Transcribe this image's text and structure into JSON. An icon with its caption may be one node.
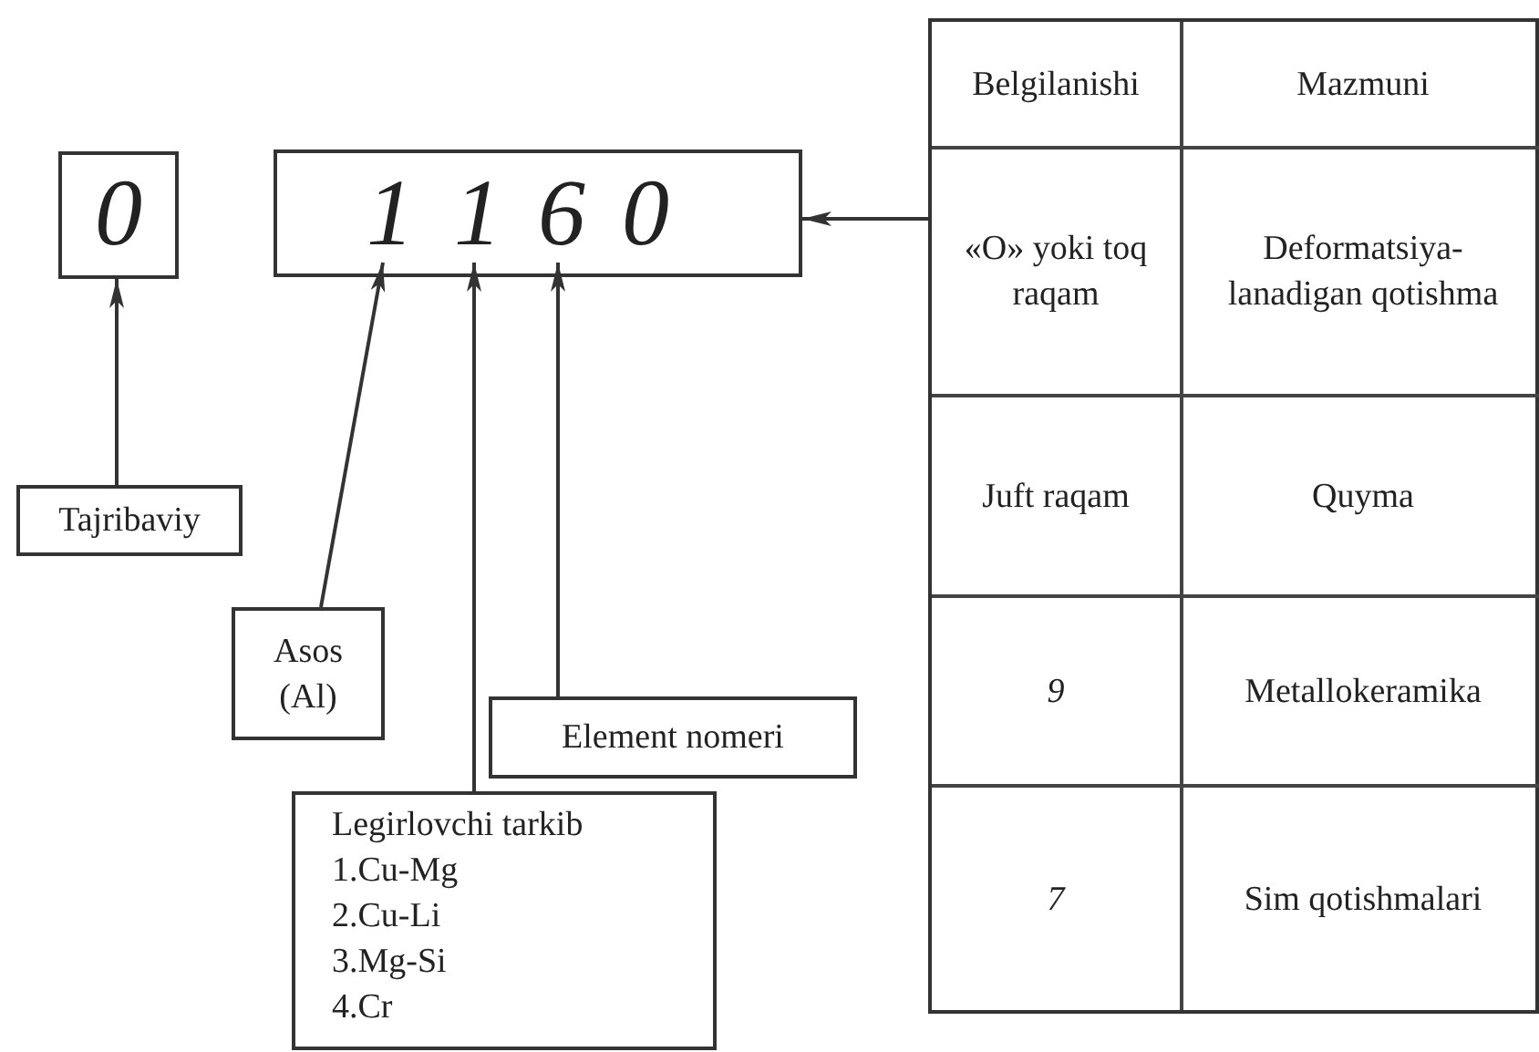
{
  "diagram": {
    "nodes": [
      {
        "text": [
          "0"
        ]
      },
      {
        "text": [],
        "shape": "box"
      },
      {
        "text": [
          "1"
        ],
        "in": 1
      },
      {
        "text": [
          "1"
        ],
        "in": 1
      },
      {
        "text": [
          "6"
        ],
        "in": 1
      },
      {
        "text": [
          "0"
        ],
        "in": 1
      },
      {
        "text": [
          "Tajribaviy"
        ]
      },
      {
        "text": [
          "Asos (Al)"
        ]
      },
      {
        "text": [
          "Element nomeri"
        ]
      },
      {
        "text": [
          "Legirlovchi tarkib",
          "1.Cu-Mg",
          "2.Cu-Li",
          "3.Mg-Si",
          "4.Cr"
        ]
      },
      {
        "text": [],
        "shape": "table"
      }
    ],
    "edges": [
      {
        "from": 6,
        "to": 0,
        "arrow": "to"
      },
      {
        "from": 7,
        "to": 2,
        "arrow": "to"
      },
      {
        "from": 9,
        "to": 3,
        "arrow": "to"
      },
      {
        "from": 8,
        "to": 4,
        "arrow": "to"
      },
      {
        "from": 10,
        "to": 1,
        "arrow": "to"
      }
    ],
    "labels": [
      "Belgilanishi",
      "Mazmuni",
      "«O» yoki toq raqam",
      "Deformatsiya-lanadigan qotishma",
      "Juft raqam",
      "Quyma",
      "9",
      "Metallokeramika",
      "7",
      "Sim qotishmalari"
    ]
  }
}
